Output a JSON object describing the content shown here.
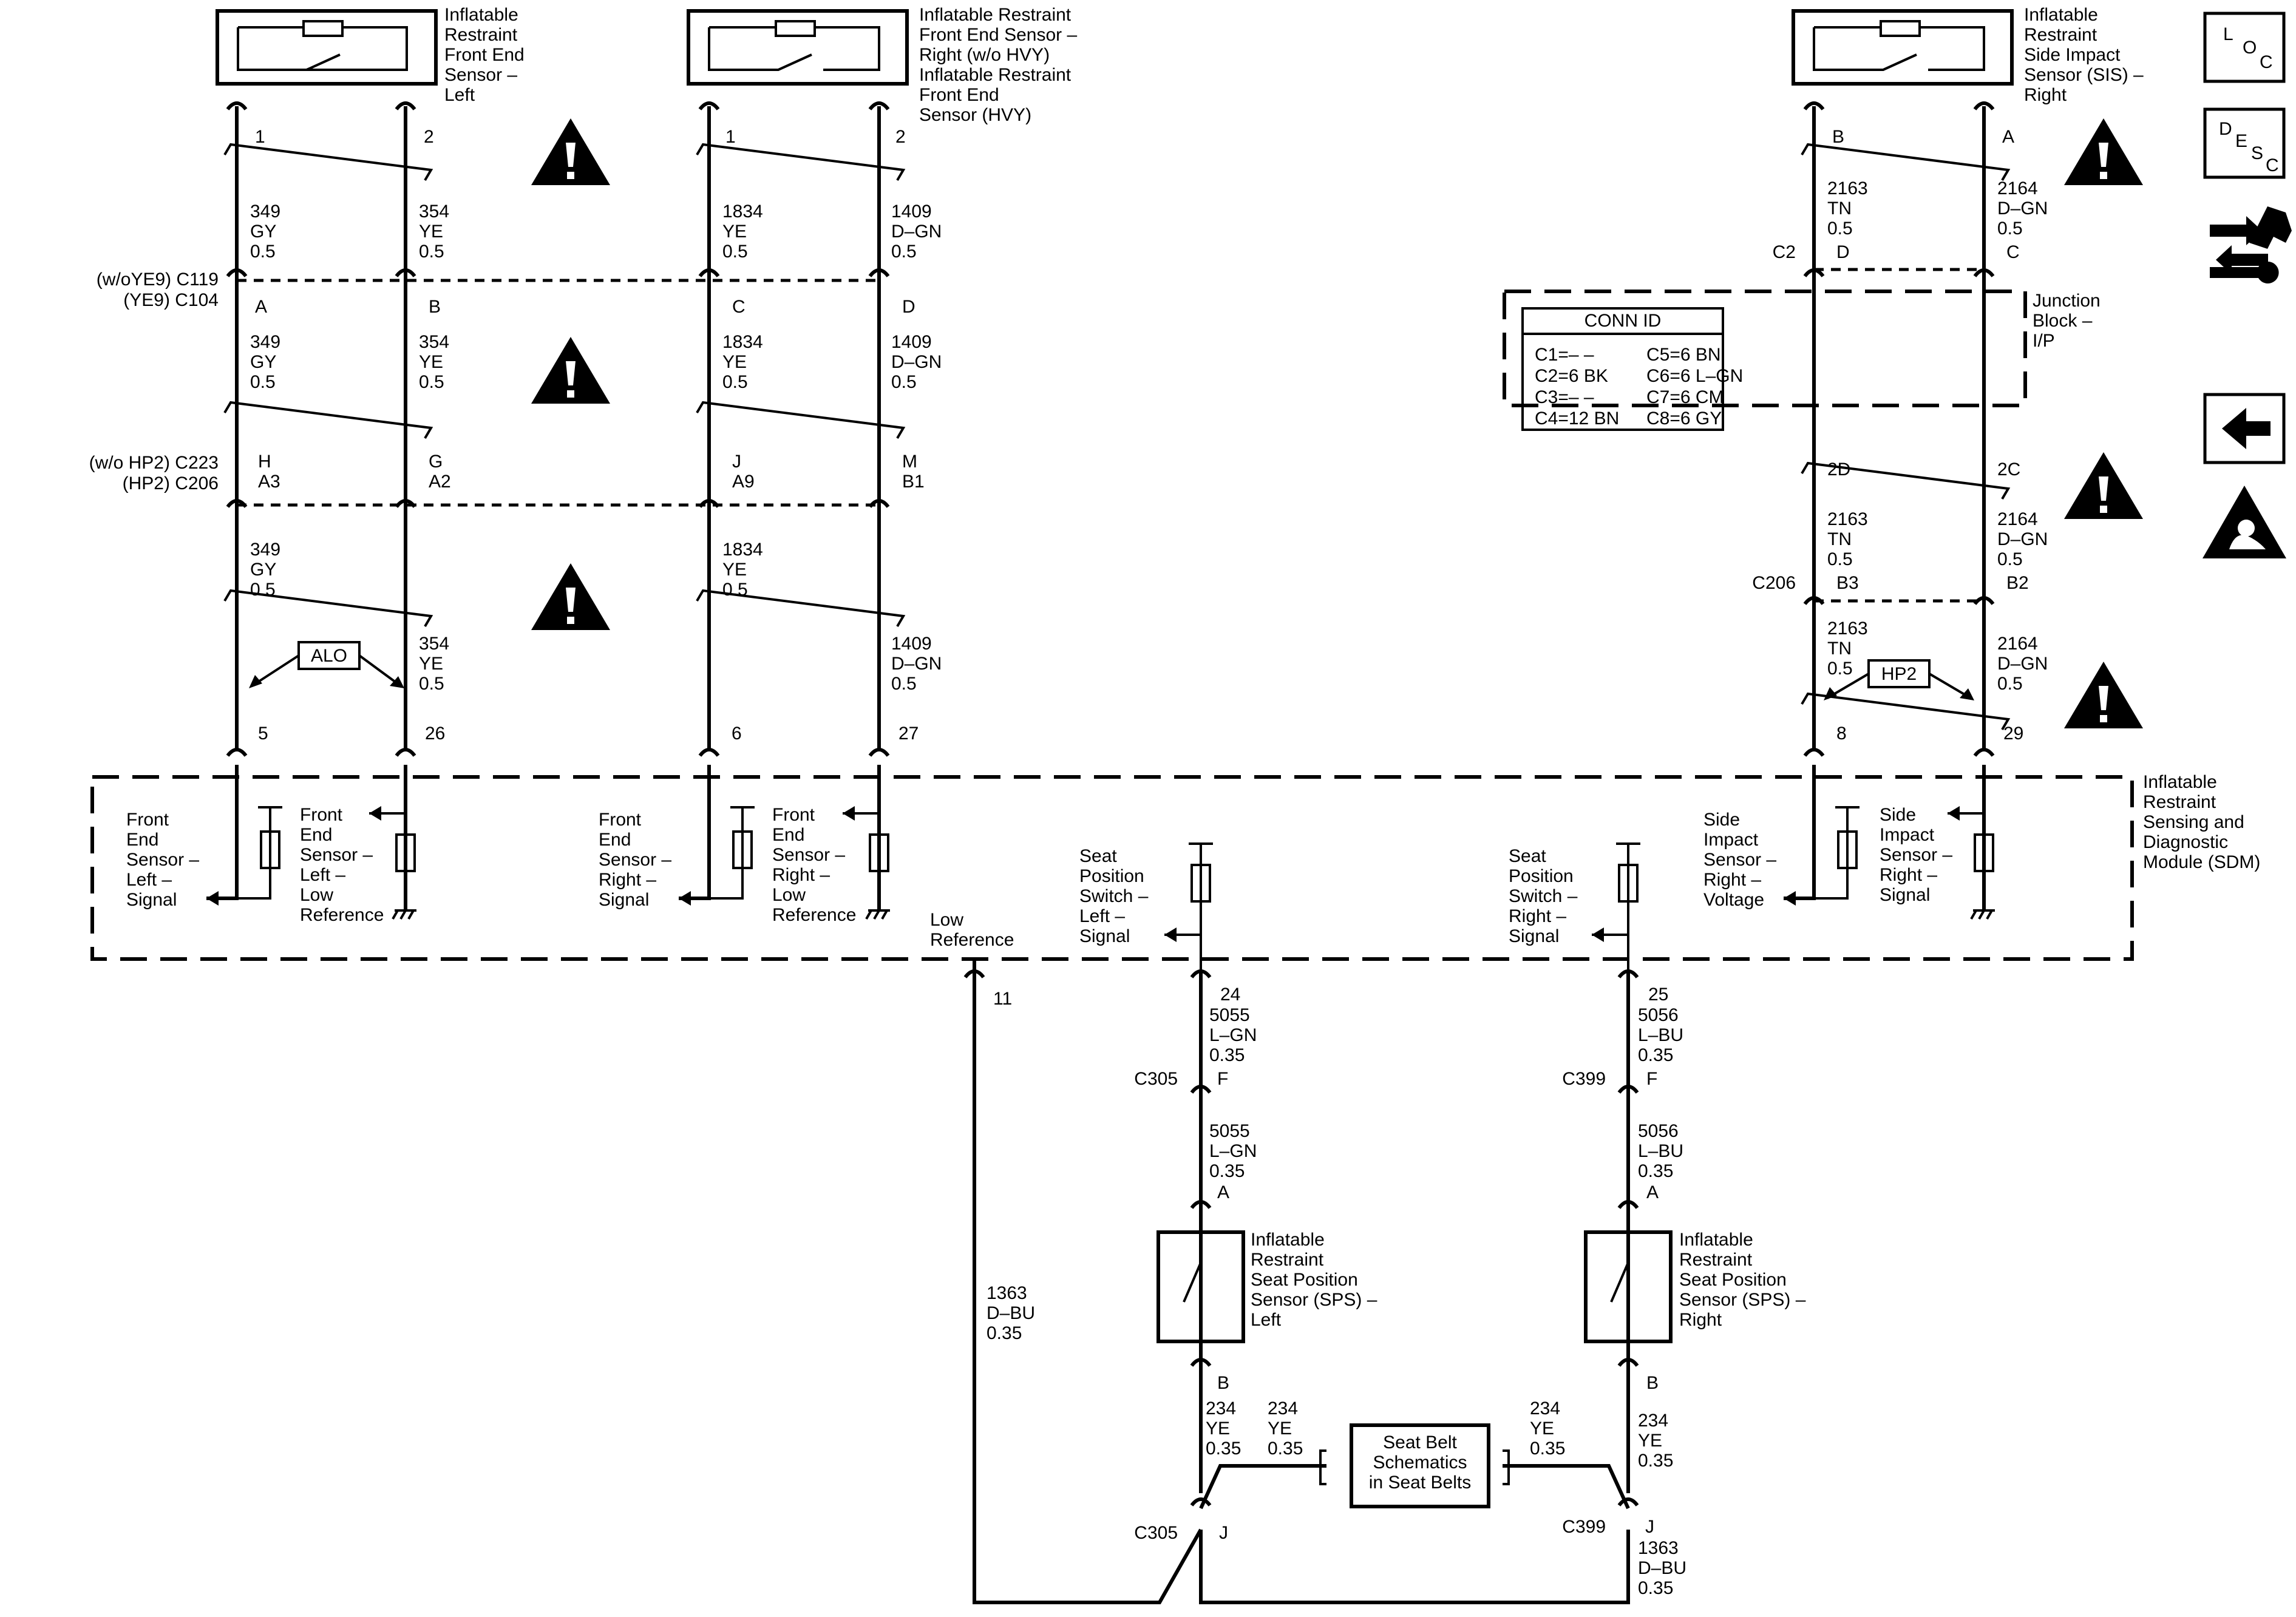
{
  "labels": {
    "fes_left": [
      "Inflatable",
      "Restraint",
      "Front End",
      "Sensor –",
      "Left"
    ],
    "fes_right": [
      "Inflatable Restraint",
      "Front End Sensor –",
      "Right (w/o HVY)",
      "Inflatable Restraint",
      "Front End",
      "Sensor (HVY)"
    ],
    "sis_right": [
      "Inflatable",
      "Restraint",
      "Side Impact",
      "Sensor (SIS) –",
      "Right"
    ],
    "junction_block": [
      "Junction",
      "Block –",
      "I/P"
    ],
    "sdm": [
      "Inflatable",
      "Restraint",
      "Sensing and",
      "Diagnostic",
      "Module (SDM)"
    ],
    "sps_left": [
      "Inflatable",
      "Restraint",
      "Seat Position",
      "Sensor (SPS) –",
      "Left"
    ],
    "sps_right": [
      "Inflatable",
      "Restraint",
      "Seat Position",
      "Sensor (SPS) –",
      "Right"
    ],
    "seat_belt_box": [
      "Seat Belt",
      "Schematics",
      "in Seat Belts"
    ],
    "fes_left_signal": [
      "Front",
      "End",
      "Sensor –",
      "Left –",
      "Signal"
    ],
    "fes_left_lowref": [
      "Front",
      "End",
      "Sensor –",
      "Left –",
      "Low",
      "Reference"
    ],
    "fes_right_signal": [
      "Front",
      "End",
      "Sensor –",
      "Right –",
      "Signal"
    ],
    "fes_right_lowref": [
      "Front",
      "End",
      "Sensor –",
      "Right –",
      "Low",
      "Reference"
    ],
    "sps_left_signal": [
      "Seat",
      "Position",
      "Switch –",
      "Left –",
      "Signal"
    ],
    "sps_right_signal": [
      "Seat",
      "Position",
      "Switch –",
      "Right –",
      "Signal"
    ],
    "sis_voltage": [
      "Side",
      "Impact",
      "Sensor –",
      "Right –",
      "Voltage"
    ],
    "sis_signal": [
      "Side",
      "Impact",
      "Sensor –",
      "Right –",
      "Signal"
    ],
    "low_reference": [
      "Low",
      "Reference"
    ]
  },
  "connectors": {
    "c119": "(w/oYE9) C119",
    "c104": "(YE9) C104",
    "c223": "(w/o HP2) C223",
    "c206a": "(HP2) C206",
    "c2": "C2",
    "c206b": "C206",
    "c305": "C305",
    "c399": "C399"
  },
  "conn_id": {
    "title": "CONN ID",
    "rows": [
      [
        "C1=– –",
        "C5=6 BN"
      ],
      [
        "C2=6 BK",
        "C6=6 L–GN"
      ],
      [
        "C3=– –",
        "C7=6 CM"
      ],
      [
        "C4=12 BN",
        "C8=6 GY"
      ]
    ]
  },
  "pins": {
    "fesl_1": "1",
    "fesl_2": "2",
    "fesr_1": "1",
    "fesr_2": "2",
    "sis_b": "B",
    "sis_a": "A",
    "c119_a": "A",
    "c119_b": "B",
    "c119_c": "C",
    "c119_d": "D",
    "c2_d": "D",
    "c2_c": "C",
    "c223_h": "H",
    "c223_g": "G",
    "c223_j": "J",
    "c223_m": "M",
    "c206_a3": "A3",
    "c206_a2": "A2",
    "c206_a9": "A9",
    "c206_b1": "B1",
    "jb_2d": "2D",
    "jb_2c": "2C",
    "c206_b3": "B3",
    "c206_b2": "B2",
    "sdm_5": "5",
    "sdm_26": "26",
    "sdm_6": "6",
    "sdm_27": "27",
    "sdm_8": "8",
    "sdm_29": "29",
    "sdm_11": "11",
    "sdm_24": "24",
    "sdm_25": "25",
    "c305_f": "F",
    "c399_f": "F",
    "spsl_a": "A",
    "spsr_a": "A",
    "spsl_b": "B",
    "spsr_b": "B",
    "c305_j": "J",
    "c399_j": "J"
  },
  "wires": {
    "w349a": [
      "349",
      "GY",
      "0.5"
    ],
    "w354a": [
      "354",
      "YE",
      "0.5"
    ],
    "w1834a": [
      "1834",
      "YE",
      "0.5"
    ],
    "w1409a": [
      "1409",
      "D–GN",
      "0.5"
    ],
    "w349b": [
      "349",
      "GY",
      "0.5"
    ],
    "w354b": [
      "354",
      "YE",
      "0.5"
    ],
    "w1834b": [
      "1834",
      "YE",
      "0.5"
    ],
    "w1409b": [
      "1409",
      "D–GN",
      "0.5"
    ],
    "w349c": [
      "349",
      "GY",
      "0.5"
    ],
    "w354c": [
      "354",
      "YE",
      "0.5"
    ],
    "w1834c": [
      "1834",
      "YE",
      "0.5"
    ],
    "w1409c": [
      "1409",
      "D–GN",
      "0.5"
    ],
    "w2163a": [
      "2163",
      "TN",
      "0.5"
    ],
    "w2164a": [
      "2164",
      "D–GN",
      "0.5"
    ],
    "w2163b": [
      "2163",
      "TN",
      "0.5"
    ],
    "w2164b": [
      "2164",
      "D–GN",
      "0.5"
    ],
    "w2163c": [
      "2163",
      "TN",
      "0.5"
    ],
    "w2164c": [
      "2164",
      "D–GN",
      "0.5"
    ],
    "w5055a": [
      "5055",
      "L–GN",
      "0.35"
    ],
    "w5055b": [
      "5055",
      "L–GN",
      "0.35"
    ],
    "w5056a": [
      "5056",
      "L–BU",
      "0.35"
    ],
    "w5056b": [
      "5056",
      "L–BU",
      "0.35"
    ],
    "w1363a": [
      "1363",
      "D–BU",
      "0.35"
    ],
    "w1363b": [
      "1363",
      "D–BU",
      "0.35"
    ],
    "w234a": [
      "234",
      "YE",
      "0.35"
    ],
    "w234b": [
      "234",
      "YE",
      "0.35"
    ],
    "w234c": [
      "234",
      "YE",
      "0.35"
    ],
    "w234d": [
      "234",
      "YE",
      "0.35"
    ]
  },
  "options": {
    "alo": "ALO",
    "hp2": "HP2"
  },
  "side_icons": {
    "loc": [
      "L",
      "O",
      "C"
    ],
    "desc": [
      "D",
      "E",
      "S",
      "C"
    ]
  }
}
